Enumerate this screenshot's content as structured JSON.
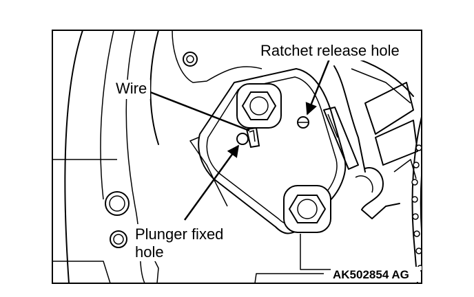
{
  "labels": {
    "ratchet_release_hole": "Ratchet release hole",
    "wire": "Wire",
    "plunger_fixed_hole_line1": "Plunger fixed",
    "plunger_fixed_hole_line2": "hole",
    "figure_code": "AK502854 AG"
  }
}
